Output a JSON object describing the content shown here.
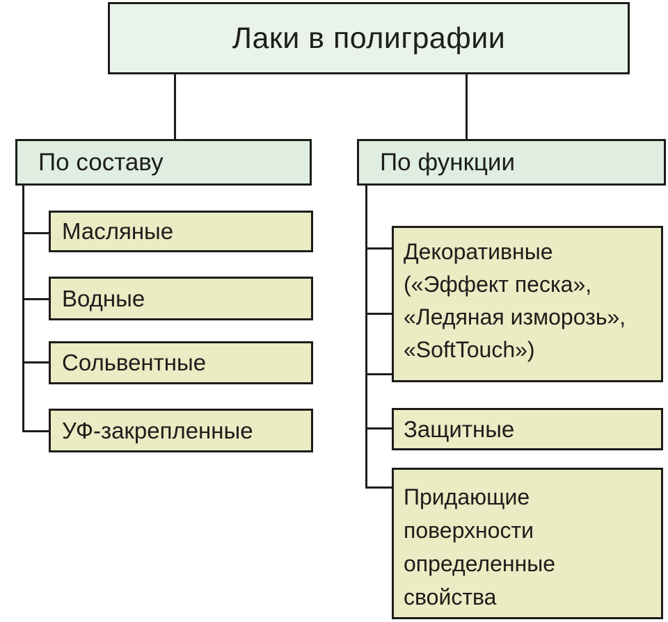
{
  "diagram": {
    "title": "Лаки в полиграфии",
    "branch_composition": {
      "label": "По составу",
      "items": [
        {
          "label": "Масляные"
        },
        {
          "label": "Водные"
        },
        {
          "label": "Сольвентные"
        },
        {
          "label": "УФ-закрепленные"
        }
      ]
    },
    "branch_function": {
      "label": "По функции",
      "items": [
        {
          "label": "Декоративные\n(«Эффект песка»,\n«Ледяная изморозь»,\n«SoftTouch»)"
        },
        {
          "label": "Защитные"
        },
        {
          "label": "Придающие\nповерхности\nопределенные\nсвойства"
        }
      ]
    },
    "colors": {
      "root_fill": "#e9f3ea",
      "category_fill": "#dfeee1",
      "leaf_fill": "#ebebc4",
      "border": "#1c1c1a",
      "background": "#ffffff",
      "text": "#1d1d1b"
    }
  }
}
